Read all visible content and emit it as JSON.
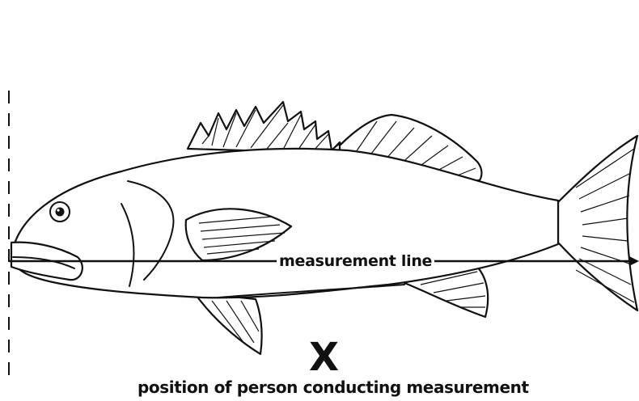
{
  "diagram": {
    "measurement_line_label": "measurement line",
    "person_marker": "X",
    "caption": "position of person conducting measurement",
    "subject_icon": "fish-illustration",
    "ink_color": "#111111",
    "background_color": "#ffffff"
  }
}
